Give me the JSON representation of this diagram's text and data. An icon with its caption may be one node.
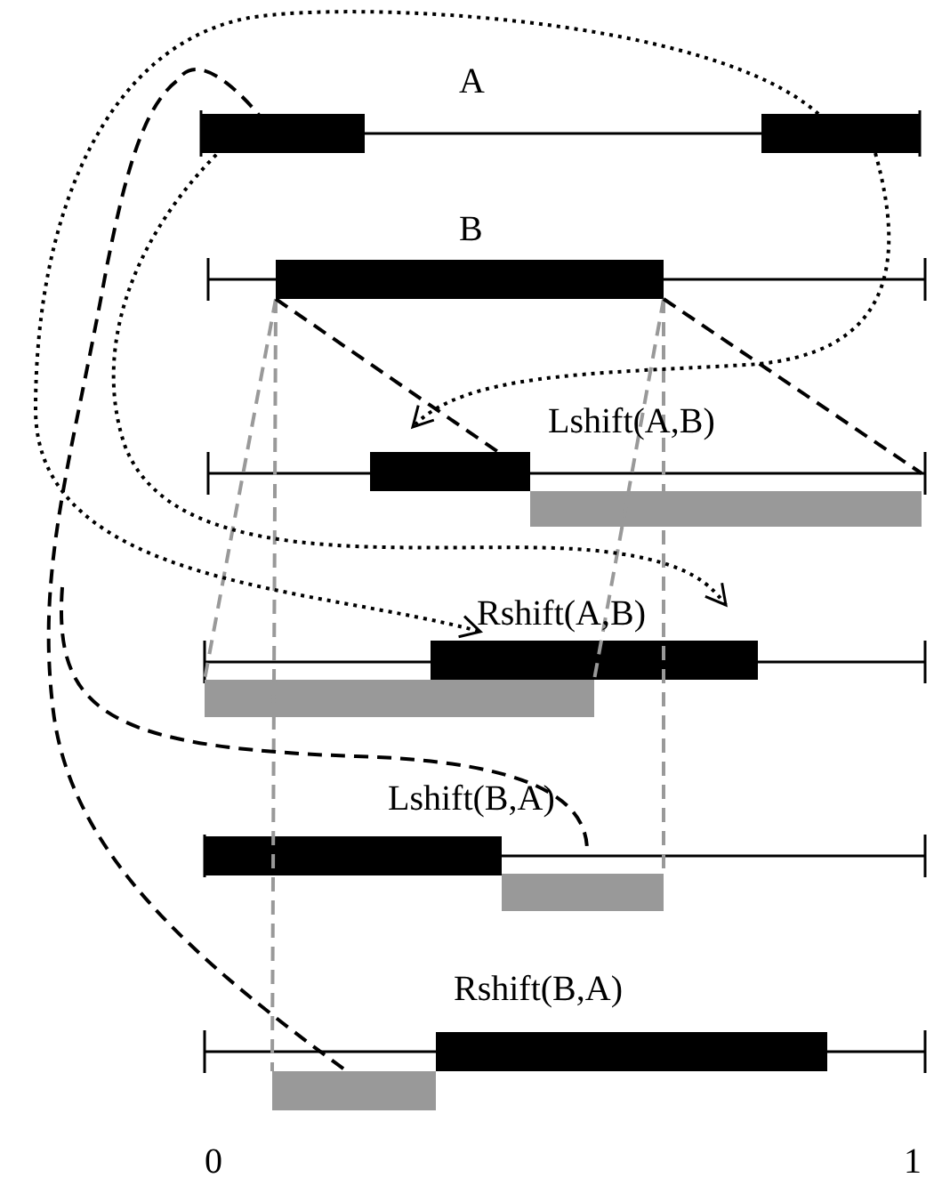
{
  "diagram": {
    "labels": [
      "A",
      "B",
      "Lshift(A,B)",
      "Rshift(A,B)",
      "Lshift(B,A)",
      "Rshift(B,A)",
      "0",
      "1"
    ]
  }
}
